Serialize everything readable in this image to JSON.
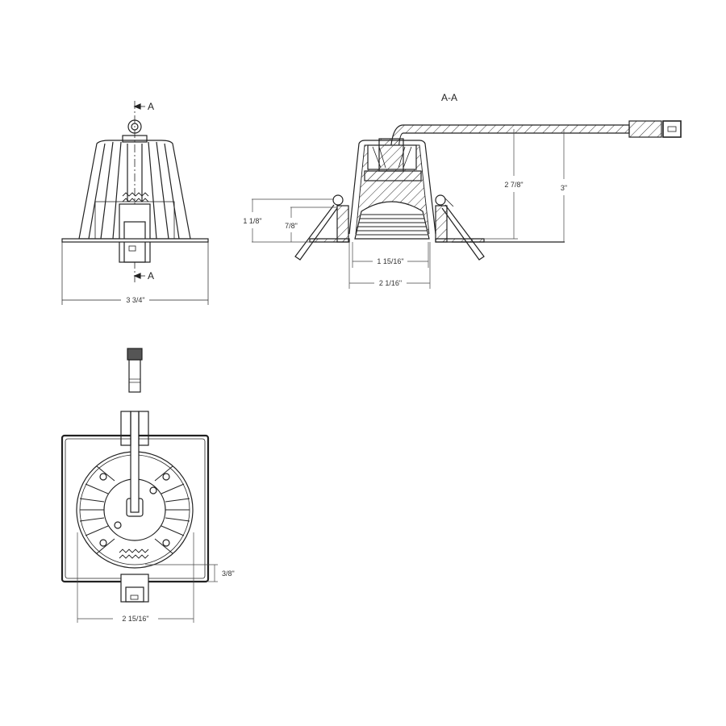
{
  "drawing": {
    "front_view": {
      "section_marker_top": "A",
      "section_marker_bottom": "A",
      "width_dim": "3 3/4\""
    },
    "section_view": {
      "title": "A-A",
      "dims": {
        "flange_to_clip": "1 1/8\"",
        "flange_to_ledge": "7/8\"",
        "aperture_inner": "1 15/16\"",
        "aperture_outer": "2 1/16\"",
        "height_body": "2 7/8\"",
        "height_total": "3\""
      }
    },
    "top_view": {
      "offset_dim": "3/8\"",
      "width_dim": "2 15/16\""
    }
  }
}
